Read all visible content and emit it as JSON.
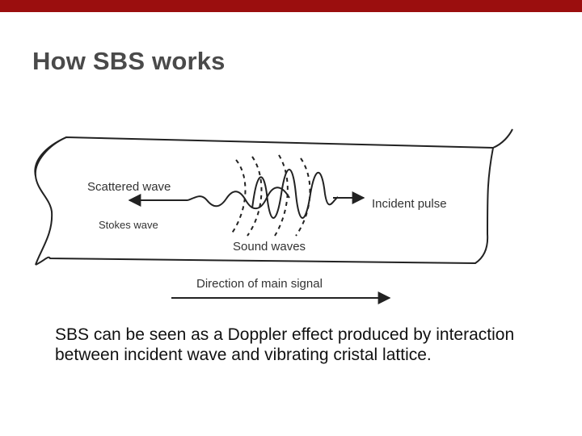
{
  "slide": {
    "title": "How SBS works",
    "accent_color": "#9b0e0e",
    "body_text": "SBS can be seen as a  Doppler effect produced by interaction between incident wave and vibrating cristal lattice."
  },
  "diagram": {
    "labels": {
      "scattered_wave": "Scattered wave",
      "stokes_wave": "Stokes wave",
      "incident_pulse": "Incident pulse",
      "sound_waves": "Sound waves",
      "direction": "Direction of main signal"
    }
  }
}
